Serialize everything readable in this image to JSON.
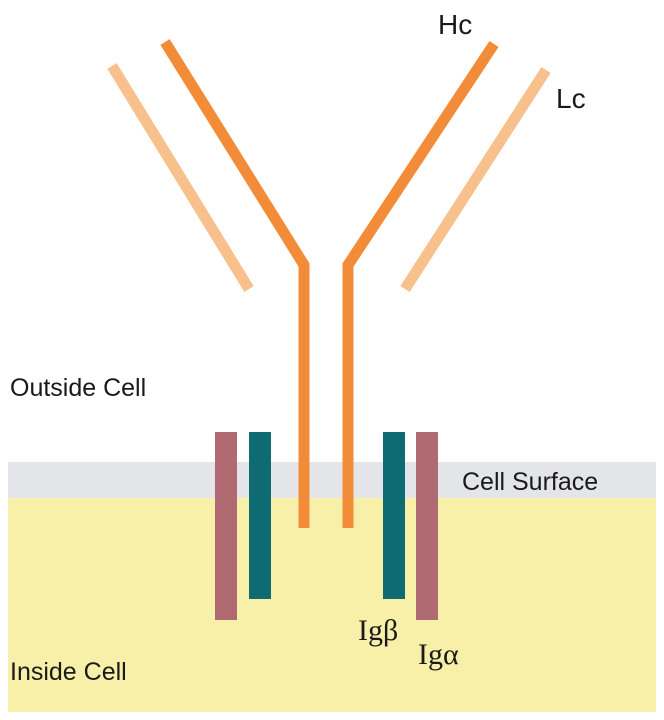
{
  "labels": {
    "heavy_chain": "Hc",
    "light_chain": "Lc",
    "outside_cell": "Outside Cell",
    "cell_surface": "Cell Surface",
    "inside_cell": "Inside Cell",
    "ig_beta": "Igβ",
    "ig_alpha": "Igα"
  },
  "colors": {
    "heavy_chain": "#f28c38",
    "light_chain": "#f7c08c",
    "ig_beta": "#0e6b72",
    "ig_alpha": "#b06a72",
    "membrane": "#e4e5e9",
    "cytoplasm": "#f8f0a8"
  }
}
